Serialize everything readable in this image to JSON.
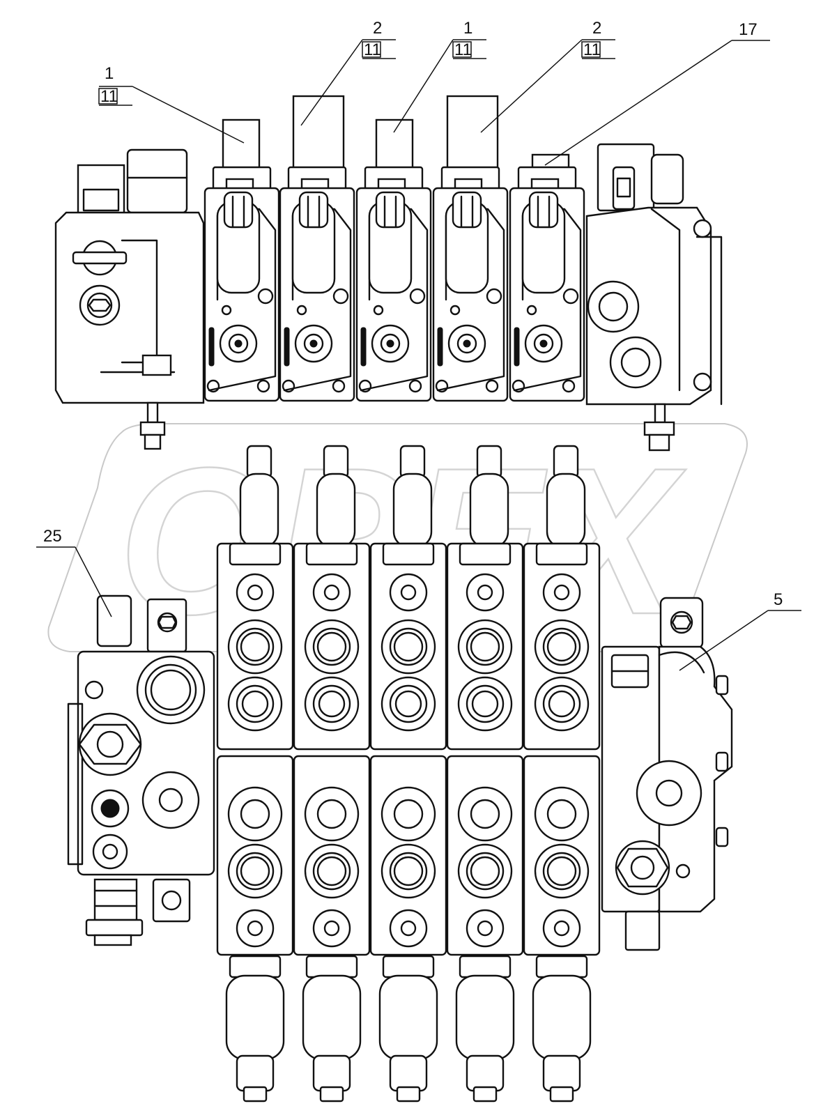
{
  "callouts": [
    {
      "num": "1",
      "ref": "11"
    },
    {
      "num": "2",
      "ref": "11"
    },
    {
      "num": "1",
      "ref": "11"
    },
    {
      "num": "2",
      "ref": "11"
    },
    {
      "num": "17"
    },
    {
      "num": "25"
    },
    {
      "num": "5"
    }
  ],
  "watermark_text": "OPEX"
}
